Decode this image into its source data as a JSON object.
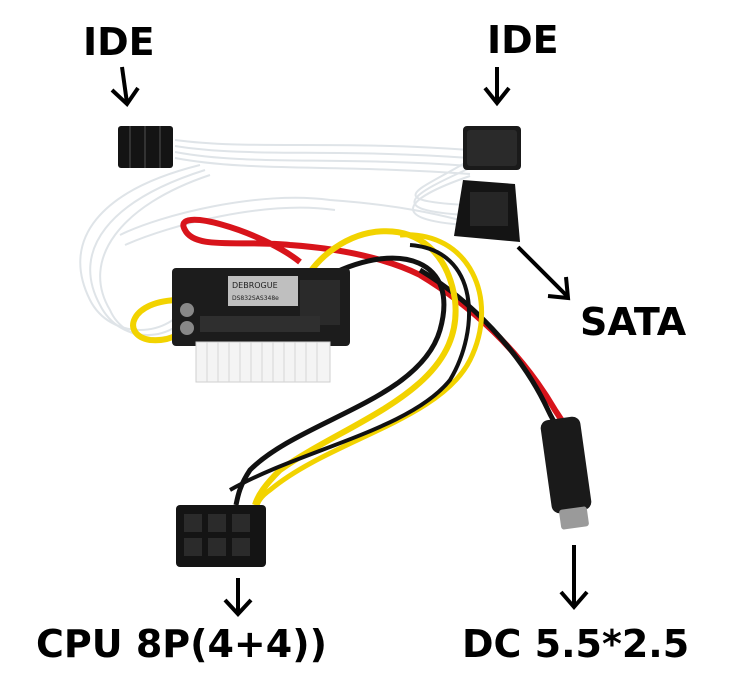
{
  "labels": {
    "ide_left": "IDE",
    "ide_right": "IDE",
    "sata": "SATA",
    "cpu": "CPU 8P(4+4))",
    "dc": "DC 5.5*2.5"
  },
  "board": {
    "chip_text_1": "DEBROGUE",
    "chip_text_2": "DS832SAS348e"
  },
  "colors": {
    "background": "#ffffff",
    "wire_yellow": "#f2d300",
    "wire_red": "#d8141b",
    "wire_black": "#111111",
    "wire_white": "#e8ecef",
    "connector_black": "#141414",
    "connector_white": "#f4f4f4",
    "pcb": "#1c1c1c"
  }
}
